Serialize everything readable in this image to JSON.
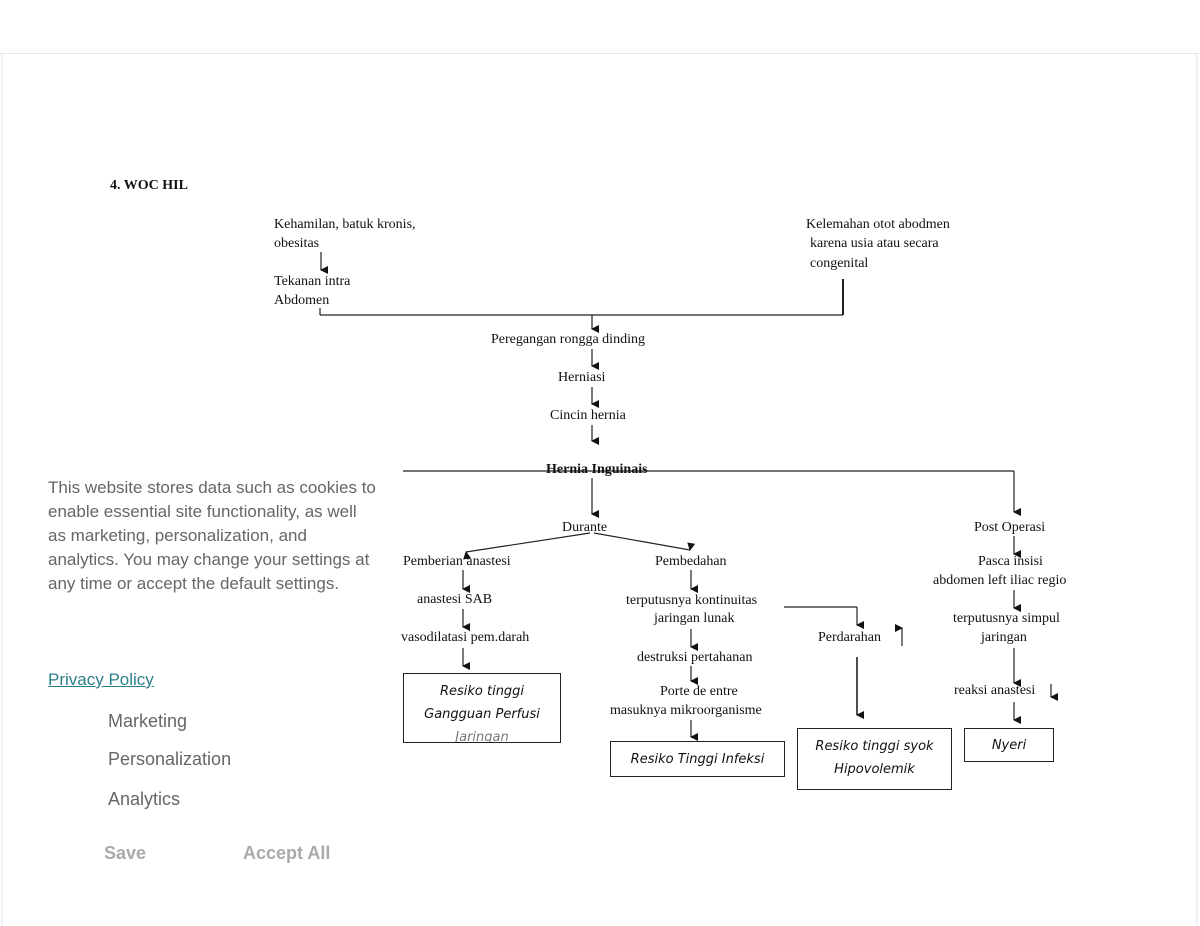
{
  "document": {
    "heading": "4. WOC HIL",
    "nodes": {
      "cause1_l1": "Kehamilan, batuk kronis,",
      "cause1_l2": "obesitas",
      "tekanan_l1": "Tekanan intra",
      "tekanan_l2": "Abdomen",
      "cause2_l1": "Kelemahan otot abodmen",
      "cause2_l2": "karena usia atau secara",
      "cause2_l3": "congenital",
      "peregangan": "Peregangan rongga dinding",
      "herniasi": "Herniasi",
      "cincin": "Cincin hernia",
      "hernia_inguinalis": "Hernia Inguinais",
      "durante": "Durante",
      "post_operasi": "Post Operasi",
      "pemberian_anastesi": "Pemberian anastesi",
      "anastesi_sab": "anastesi SAB",
      "vasodilatasi": "vasodilatasi pem.darah",
      "pembedahan": "Pembedahan",
      "terputusnya_l1": "terputusnya kontinuitas",
      "terputusnya_l2": "jaringan lunak",
      "destruksi": "destruksi pertahanan",
      "porte_l1": "Porte de entre",
      "porte_l2": "masuknya mikroorganisme",
      "perdarahan": "Perdarahan",
      "pasca_l1": "Pasca insisi",
      "pasca_l2": "abdomen left iliac regio",
      "simpul_l1": "terputusnya simpul",
      "simpul_l2": "jaringan",
      "reaksi": "reaksi anastesi"
    },
    "outcomes": {
      "perfusi_l1": "Resiko tinggi",
      "perfusi_l2": "Gangguan Perfusi",
      "perfusi_l3": "Jaringan",
      "infeksi": "Resiko Tinggi Infeksi",
      "syok_l1": "Resiko tinggi syok",
      "syok_l2": "Hipovolemik",
      "nyeri": "Nyeri"
    }
  },
  "cookie_banner": {
    "message": "This website stores data such as cookies to enable essential site functionality, as well as marketing, personalization, and analytics. You may change your settings at any time or accept the default settings.",
    "privacy_link": "Privacy Policy",
    "options": [
      "Marketing",
      "Personalization",
      "Analytics"
    ],
    "save_label": "Save",
    "accept_label": "Accept All"
  },
  "colors": {
    "link": "#2b7f8a",
    "banner_text": "#666666",
    "button_text": "#aaaaaa"
  }
}
